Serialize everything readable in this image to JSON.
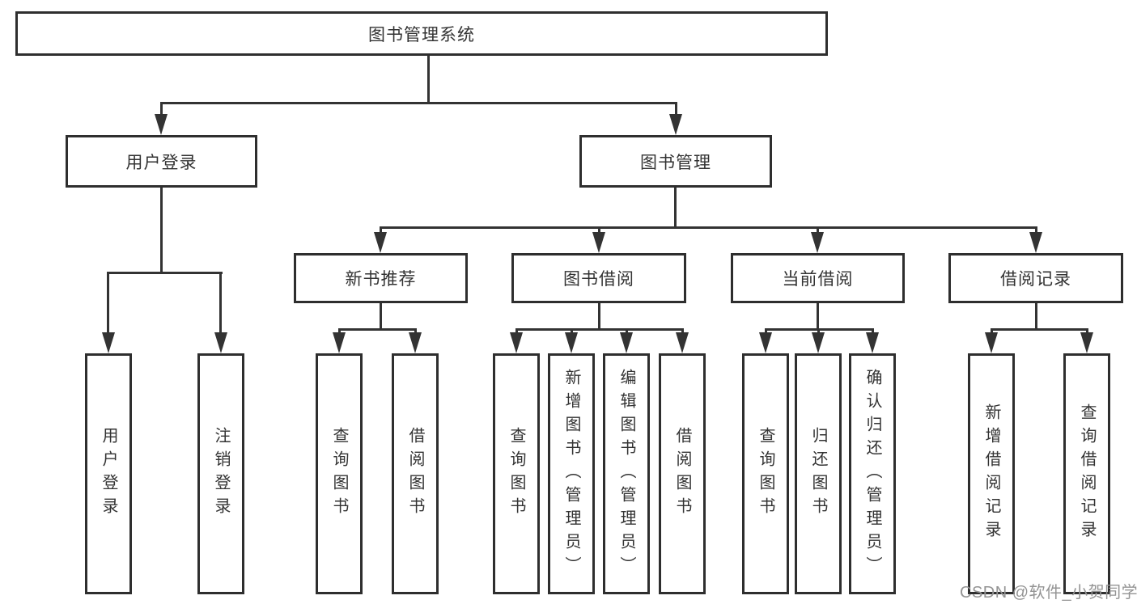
{
  "tree": {
    "label": "图书管理系统",
    "children": [
      {
        "label": "用户登录",
        "children": [
          {
            "label": "用户登录"
          },
          {
            "label": "注销登录"
          }
        ]
      },
      {
        "label": "图书管理",
        "children": [
          {
            "label": "新书推荐",
            "children": [
              {
                "label": "查询图书"
              },
              {
                "label": "借阅图书"
              }
            ]
          },
          {
            "label": "图书借阅",
            "children": [
              {
                "label": "查询图书"
              },
              {
                "label": "新增图书（管理员）"
              },
              {
                "label": "编辑图书（管理员）"
              },
              {
                "label": "借阅图书"
              }
            ]
          },
          {
            "label": "当前借阅",
            "children": [
              {
                "label": "查询图书"
              },
              {
                "label": "归还图书"
              },
              {
                "label": "确认归还（管理员）"
              }
            ]
          },
          {
            "label": "借阅记录",
            "children": [
              {
                "label": "新增借阅记录"
              },
              {
                "label": "查询借阅记录"
              }
            ]
          }
        ]
      }
    ]
  },
  "watermark": "CSDN @软件_小贺同学",
  "colors": {
    "line": "#333333",
    "box_border": "#2e2e2e",
    "text": "#333333",
    "watermark": "#949494",
    "background": "#ffffff"
  }
}
